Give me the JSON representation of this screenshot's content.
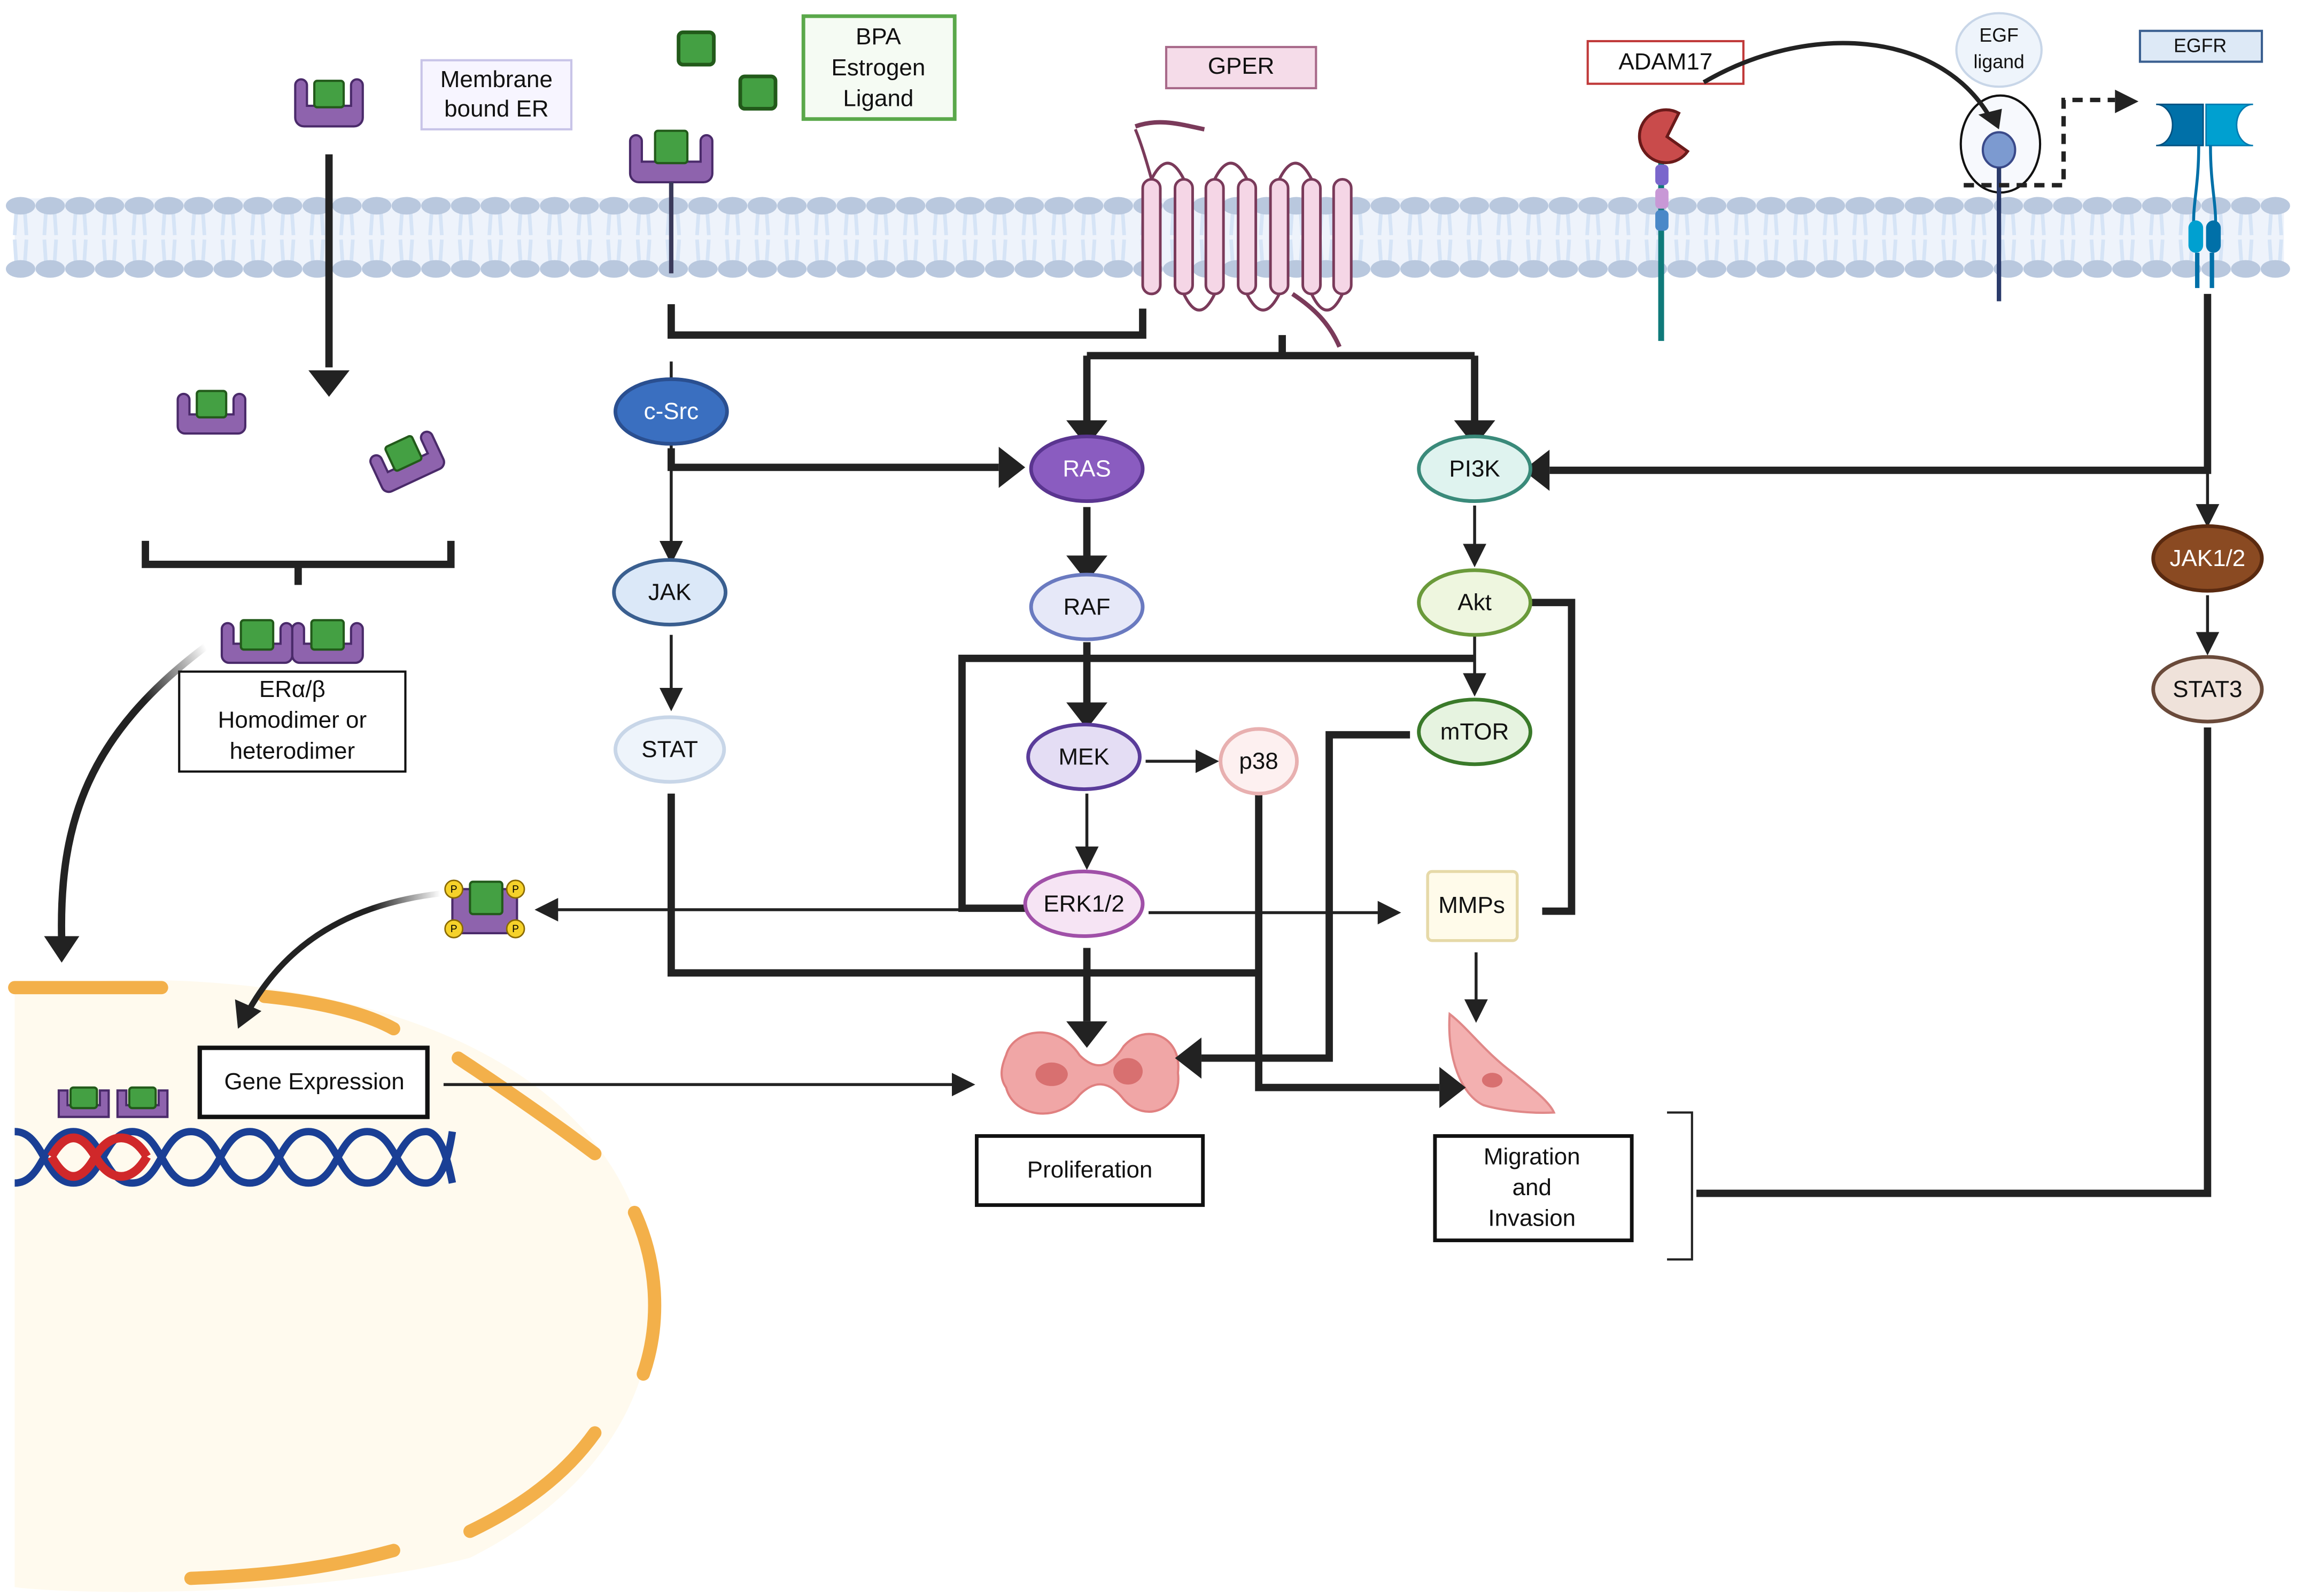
{
  "title": "BPA / Estrogen signaling via ER, GPER and EGFR pathways",
  "labels": {
    "membrane_er": [
      "Membrane",
      "bound ER"
    ],
    "ligand": [
      "BPA",
      "Estrogen",
      "Ligand"
    ],
    "gper": "GPER",
    "adam17": "ADAM17",
    "egf_ligand": [
      "EGF",
      "ligand"
    ],
    "egfr": "EGFR",
    "er_dimer": [
      "ERα/β",
      "Homodimer or",
      "heterodimer"
    ],
    "gene_expression": "Gene Expression",
    "proliferation": "Proliferation",
    "migration": [
      "Migration",
      "and",
      "Invasion"
    ],
    "phospho": "P"
  },
  "nodes": {
    "csrc": {
      "label": "c-Src",
      "fill": "#3a6fc0",
      "stroke": "#2a4f90",
      "text": "#ffffff"
    },
    "jak": {
      "label": "JAK",
      "fill": "#dbe8f8",
      "stroke": "#3a5f90",
      "text": "#111111"
    },
    "stat": {
      "label": "STAT",
      "fill": "#eef4fb",
      "stroke": "#c8d6e8",
      "text": "#111111"
    },
    "ras": {
      "label": "RAS",
      "fill": "#8a5cc0",
      "stroke": "#5a3590",
      "text": "#ffffff"
    },
    "raf": {
      "label": "RAF",
      "fill": "#e6e8f8",
      "stroke": "#6a7ac0",
      "text": "#111111"
    },
    "mek": {
      "label": "MEK",
      "fill": "#e4ddf4",
      "stroke": "#5a3c9a",
      "text": "#111111"
    },
    "p38": {
      "label": "p38",
      "fill": "#fdf0f0",
      "stroke": "#e8b0b0",
      "text": "#111111"
    },
    "erk": {
      "label": "ERK1/2",
      "fill": "#f6e4f4",
      "stroke": "#a050a8",
      "text": "#111111"
    },
    "pi3k": {
      "label": "PI3K",
      "fill": "#dff3ef",
      "stroke": "#3a8a7a",
      "text": "#111111"
    },
    "akt": {
      "label": "Akt",
      "fill": "#eef6df",
      "stroke": "#6a9a3a",
      "text": "#111111"
    },
    "mtor": {
      "label": "mTOR",
      "fill": "#e6f3e0",
      "stroke": "#3a7a2a",
      "text": "#111111"
    },
    "mmps": {
      "label": "MMPs",
      "fill": "#fffbea",
      "stroke": "#e6d9a8",
      "text": "#111111"
    },
    "jak12": {
      "label": "JAK1/2",
      "fill": "#8a4a22",
      "stroke": "#5a2a10",
      "text": "#ffffff"
    },
    "stat3": {
      "label": "STAT3",
      "fill": "#efe2da",
      "stroke": "#6a4a3a",
      "text": "#111111"
    }
  },
  "colors": {
    "membrane_head": "#b9c8de",
    "membrane_tail": "#d6e4f6",
    "er_purple": "#8e63ad",
    "ligand_green": "#44a043",
    "gper_pink": "#f5d6e6",
    "nucleus_fill": "#fffaee",
    "nucleus_border": "#f3b04a",
    "dna_blue": "#1a3f95",
    "dna_red": "#d0282a"
  }
}
